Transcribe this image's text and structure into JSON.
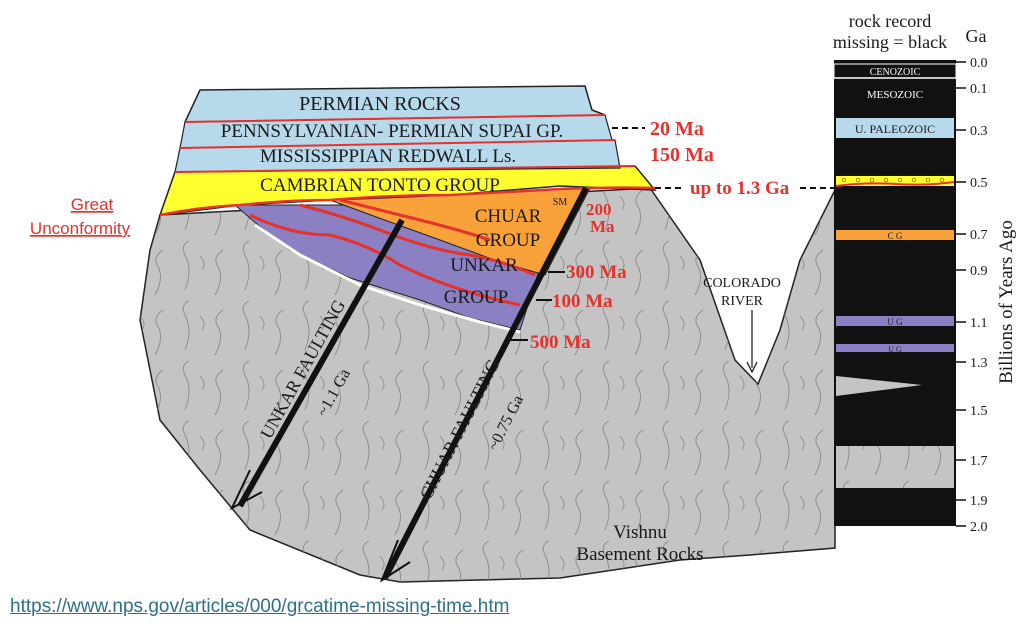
{
  "colors": {
    "permian": "#b7d9ec",
    "tonto": "#ffff2e",
    "chuar": "#f9a23a",
    "unkar": "#8b80c4",
    "basement": "#c4c4c4",
    "red": "#e5322d",
    "link": "#2f6f89"
  },
  "strata": {
    "permian": "PERMIAN ROCKS",
    "supai": "PENNSYLVANIAN- PERMIAN  SUPAI GP.",
    "redwall": "MISSISSIPPIAN REDWALL Ls.",
    "tonto": "CAMBRIAN TONTO GROUP",
    "chuar1": "CHUAR",
    "chuar2": "GROUP",
    "unkar1": "UNKAR",
    "unkar2": "GROUP",
    "sm": "SM"
  },
  "gaps": {
    "g20": "20 Ma",
    "g150": "150 Ma",
    "g13": "up to 1.3 Ga",
    "g200a": "200",
    "g200b": "Ma",
    "g300": "300 Ma",
    "g100": "100 Ma",
    "g500": "500 Ma"
  },
  "great_unconformity": {
    "line1": "Great",
    "line2": "Unconformity"
  },
  "faults": {
    "unkar": "UNKAR FAULTING",
    "unkar_age": "~1.1 Ga",
    "chuar": "CHUAR FAULTING",
    "chuar_age": "~0.75 Ga"
  },
  "river": {
    "line1": "COLORADO",
    "line2": "RIVER"
  },
  "basement": {
    "line1": "Vishnu",
    "line2": "Basement Rocks"
  },
  "column": {
    "header1": "rock record",
    "header2": "missing = black",
    "unit": "Ga",
    "axis_title": "Billions of Years Ago",
    "ticks": [
      "0.0",
      "0.1",
      "0.3",
      "0.5",
      "0.7",
      "0.9",
      "1.1",
      "1.3",
      "1.5",
      "1.7",
      "1.9",
      "2.0"
    ],
    "cenozoic": "CENOZOIC",
    "mesozoic": "MESOZOIC",
    "paleozoic": "U. PALEOZOIC",
    "cg": "C G",
    "ug": "U G"
  },
  "source_url": "https://www.nps.gov/articles/000/grcatime-missing-time.htm"
}
